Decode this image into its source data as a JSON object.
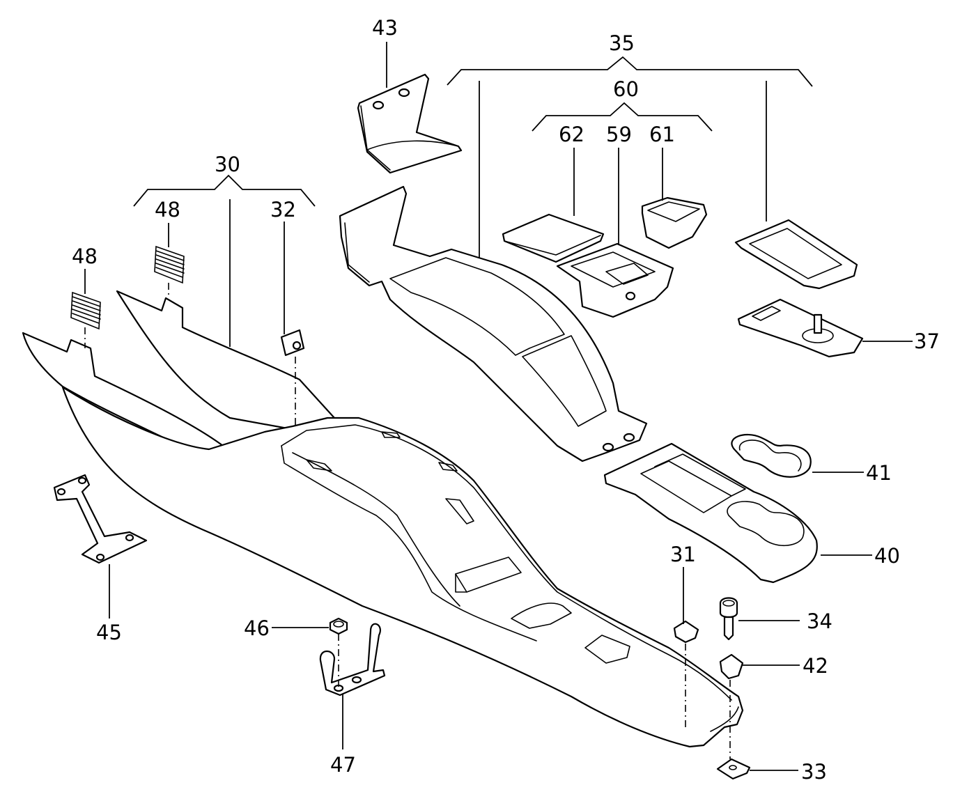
{
  "diagram": {
    "callouts": {
      "c30": "30",
      "c31": "31",
      "c32": "32",
      "c33": "33",
      "c34": "34",
      "c35": "35",
      "c37": "37",
      "c40": "40",
      "c41": "41",
      "c42": "42",
      "c43": "43",
      "c45": "45",
      "c46": "46",
      "c47": "47",
      "c48a": "48",
      "c48b": "48",
      "c59": "59",
      "c60": "60",
      "c61": "61",
      "c62": "62"
    }
  }
}
